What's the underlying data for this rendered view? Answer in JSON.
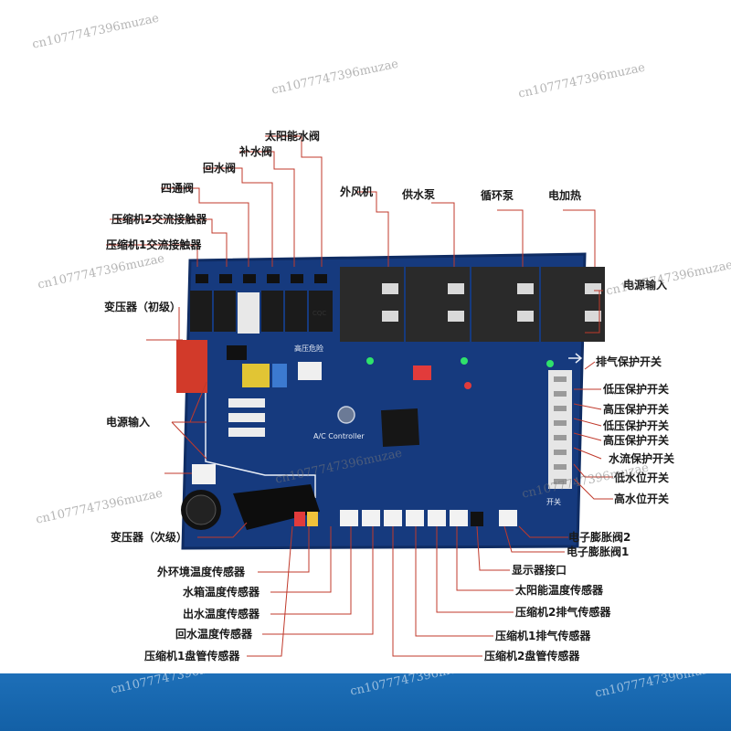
{
  "colors": {
    "pcb": "#163a7e",
    "pcb_edge": "#0f2c63",
    "leader_line": "#c0392b",
    "bottom_band": "#1566b0",
    "relay_small": "#1b1b1b",
    "relay_large": "#2a2a2a",
    "power_terminal": "#d23a2a"
  },
  "watermark": "cn1077747396muzae",
  "labels": {
    "solar_valve": "太阳能水阀",
    "makeup_valve": "补水阀",
    "return_valve": "回水阀",
    "four_way_valve": "四通阀",
    "comp2_contactor": "压缩机2交流接触器",
    "comp1_contactor": "压缩机1交流接触器",
    "transformer_primary": "变压器（初级）",
    "power_input_left": "电源输入",
    "transformer_secondary": "变压器（次级）",
    "outdoor_fan": "外风机",
    "supply_pump": "供水泵",
    "circ_pump": "循环泵",
    "electric_heat": "电加热",
    "power_input_right": "电源输入",
    "exhaust_protect": "排气保护开关",
    "low_pressure_1": "低压保护开关",
    "high_pressure_1": "高压保护开关",
    "low_pressure_2": "低压保护开关",
    "high_pressure_2": "高压保护开关",
    "water_flow": "水流保护开关",
    "low_water": "低水位开关",
    "high_water": "高水位开关",
    "eev2": "电子膨胀阀2",
    "eev1": "电子膨胀阀1",
    "display_port": "显示器接口",
    "solar_temp": "太阳能温度传感器",
    "comp2_exhaust": "压缩机2排气传感器",
    "comp1_exhaust": "压缩机1排气传感器",
    "comp2_coil": "压缩机2盘管传感器",
    "outdoor_temp": "外环境温度传感器",
    "tank_temp": "水箱温度传感器",
    "outlet_temp": "出水温度传感器",
    "return_temp": "回水温度传感器",
    "comp1_coil": "压缩机1盘管传感器"
  },
  "board_text": {
    "controller": "A/C Controller",
    "high_voltage": "高压危险",
    "cqc": "CQC",
    "switch_word": "开关"
  }
}
